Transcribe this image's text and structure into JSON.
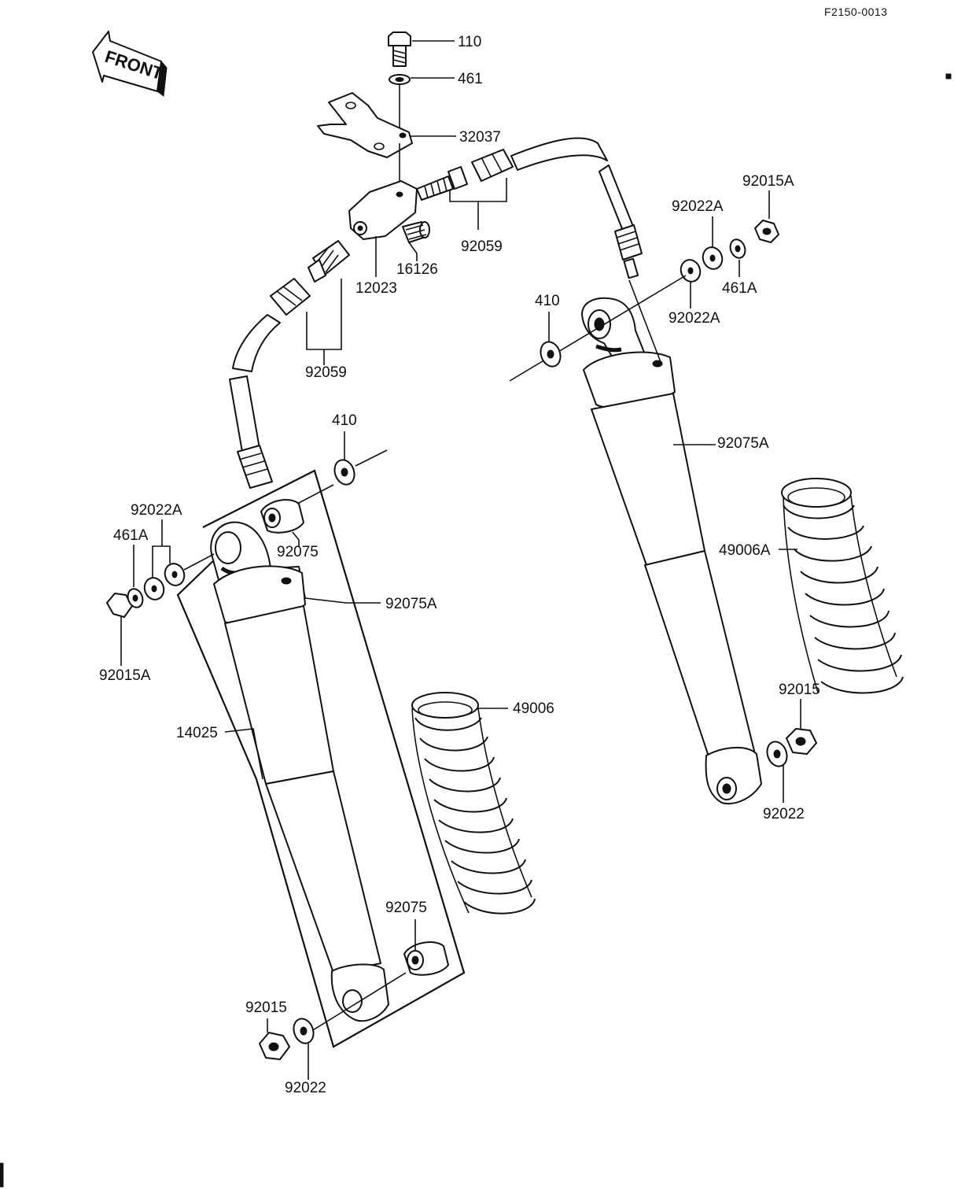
{
  "diagram": {
    "code": "F2150-0013",
    "front_label": "FRONT",
    "labels": {
      "p110": "110",
      "p461": "461",
      "p32037": "32037",
      "p92059_top": "92059",
      "p16126": "16126",
      "p12023": "12023",
      "p92059_left": "92059",
      "p410_right": "410",
      "p92015A_right": "92015A",
      "p92022A_right_top": "92022A",
      "p461A_right": "461A",
      "p92022A_right_bottom": "92022A",
      "p92075A_right": "92075A",
      "p49006A": "49006A",
      "p92015_right": "92015",
      "p92022_right": "92022",
      "p410_left": "410",
      "p92022A_left": "92022A",
      "p461A_left": "461A",
      "p92075_left_top": "92075",
      "p92075A_left": "92075A",
      "p92015A_left": "92015A",
      "p14025": "14025",
      "p49006": "49006",
      "p92075_left_bottom": "92075",
      "p92015_left": "92015",
      "p92022_left": "92022"
    }
  }
}
